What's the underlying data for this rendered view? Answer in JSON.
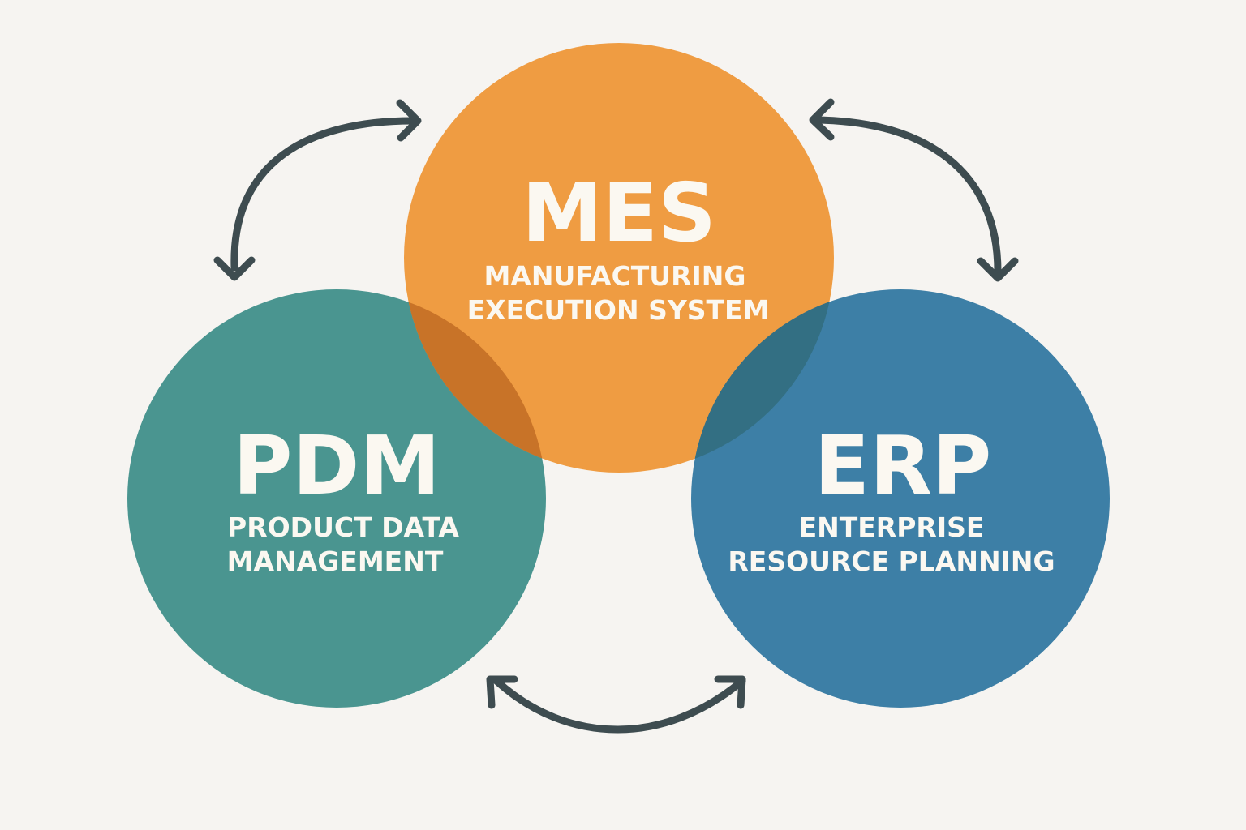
{
  "diagram": {
    "type": "venn-cycle",
    "background_color": "#F6F4F1",
    "arrow_color": "#3E4C50",
    "nodes": [
      {
        "id": "mes",
        "abbr": "MES",
        "line1": "MANUFACTURING",
        "line2": "EXECUTION SYSTEM",
        "color": "#EF9C42"
      },
      {
        "id": "pdm",
        "abbr": "PDM",
        "line1": "PRODUCT DATA",
        "line2": "MANAGEMENT",
        "color": "#4A9590"
      },
      {
        "id": "erp",
        "abbr": "ERP",
        "line1": "ENTERPRISE",
        "line2": "RESOURCE PLANNING",
        "color": "#3D7FA6"
      }
    ],
    "overlaps": [
      {
        "between": [
          "pdm",
          "mes"
        ],
        "color": "#C87328"
      },
      {
        "between": [
          "mes",
          "erp"
        ],
        "color": "#336F83"
      }
    ],
    "connections": [
      {
        "from": "pdm",
        "to": "mes",
        "bidirectional": true
      },
      {
        "from": "mes",
        "to": "erp",
        "bidirectional": true
      },
      {
        "from": "pdm",
        "to": "erp",
        "bidirectional": true
      }
    ]
  }
}
